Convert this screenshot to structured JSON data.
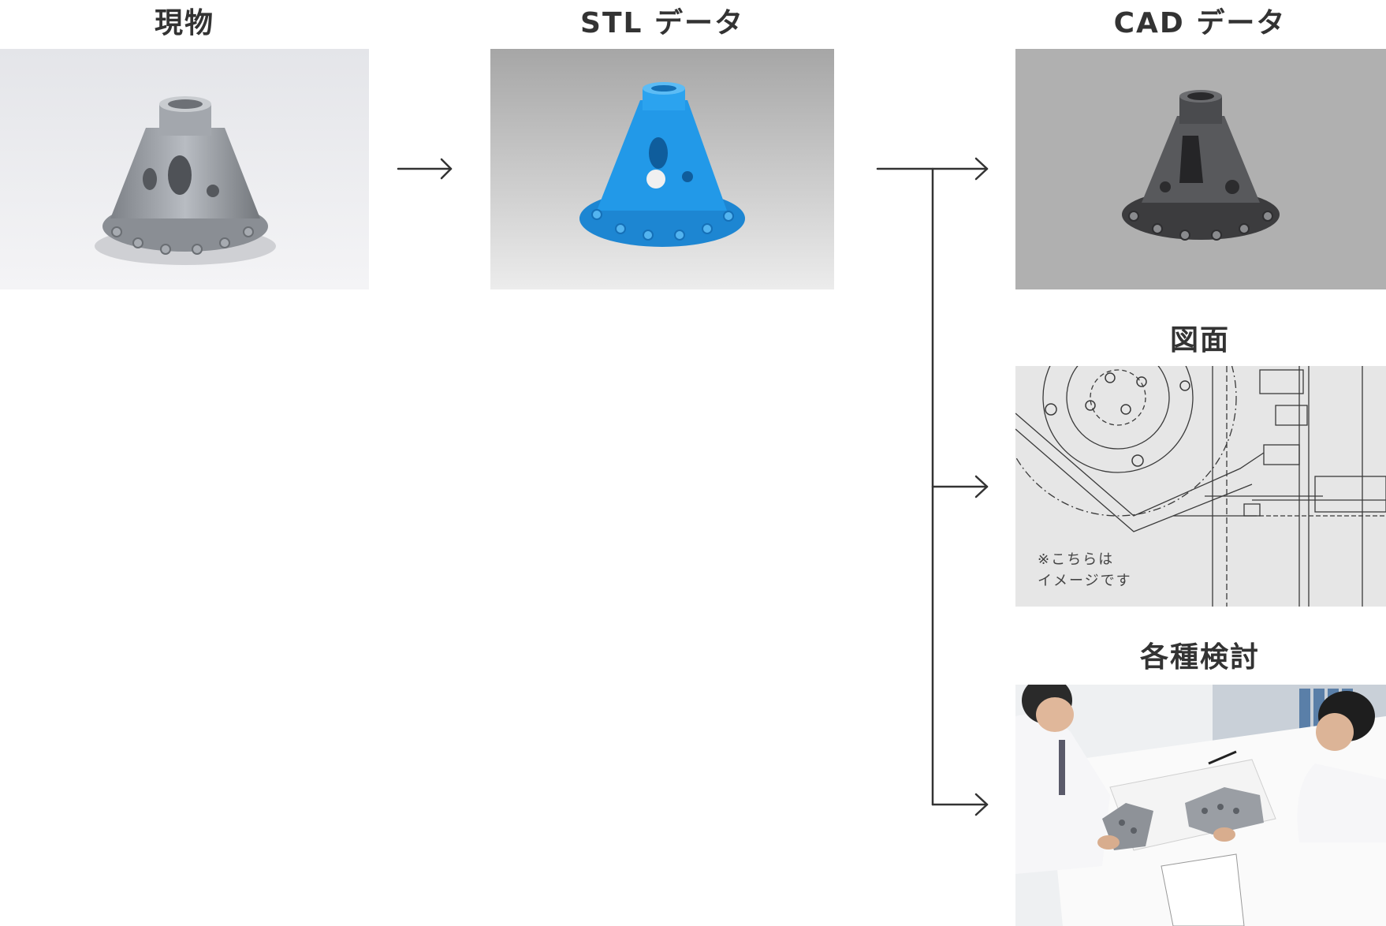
{
  "stages": {
    "genbutsu": {
      "title": "現物",
      "image": "metal-differential-case-photo"
    },
    "stl": {
      "title": "STL データ",
      "image": "blue-stl-scan-render"
    },
    "cad": {
      "title": "CAD データ",
      "image": "gray-cad-model-render"
    },
    "drawing": {
      "title": "図面",
      "image": "technical-drawing",
      "note_line1": "※こちらは",
      "note_line2": "イメージです"
    },
    "review": {
      "title": "各種検討",
      "image": "engineers-reviewing-parts-photo"
    }
  },
  "colors": {
    "arrow": "#333333",
    "stl_blue": "#1e90e0",
    "cad_bg": "#b0b0b0",
    "drawing_bg": "#e6e6e6"
  }
}
